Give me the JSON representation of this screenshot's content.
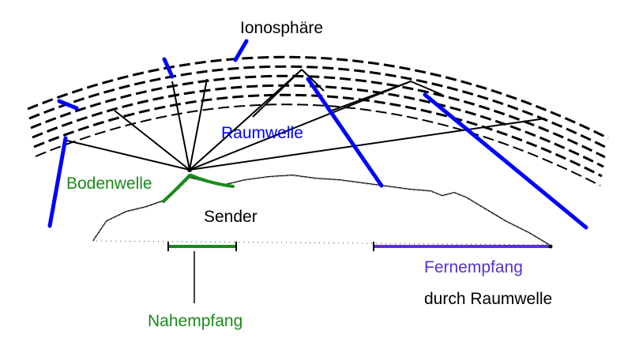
{
  "labels": {
    "ionosphere": "Ionosphäre",
    "sky_wave": "Raumwelle",
    "ground_wave": "Bodenwelle",
    "transmitter": "Sender",
    "near_reception": "Nahempfang",
    "far_reception": "Fernempfang",
    "far_reception_sub": "durch Raumwelle"
  },
  "colors": {
    "sky_wave": "#0000ff",
    "ground_wave": "#1a8a1a",
    "far_reception": "#5a2fd6",
    "text": "#000000",
    "terrain": "#000000"
  }
}
